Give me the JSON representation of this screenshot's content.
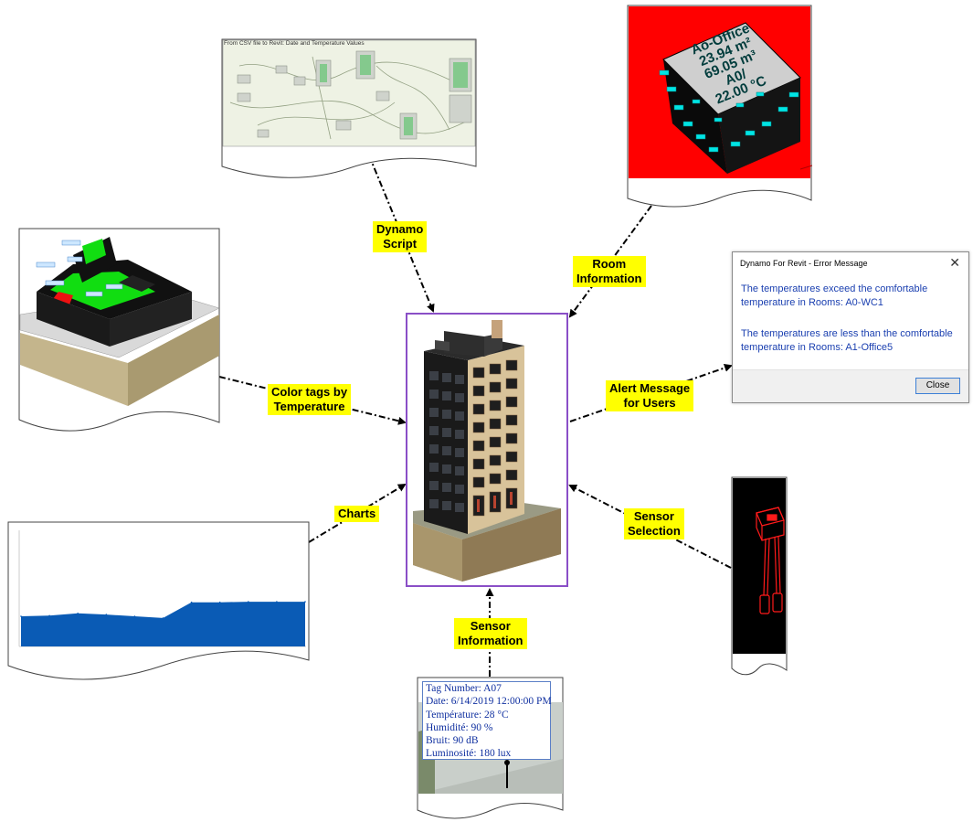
{
  "labels": {
    "dynamo_script": [
      "Dynamo",
      "Script"
    ],
    "room_information": [
      "Room",
      "Information"
    ],
    "color_tags": [
      "Color tags by",
      "Temperature"
    ],
    "alert_message": [
      "Alert Message",
      "for Users"
    ],
    "charts": [
      "Charts"
    ],
    "sensor_selection": [
      "Sensor",
      "Selection"
    ],
    "sensor_information": [
      "Sensor",
      "Information"
    ]
  },
  "dynamo_card": {
    "title": "From CSV file to Revit: Date and Temperature Values"
  },
  "room_card": {
    "tag_lines": [
      "Ao-Office",
      "23.94 m²",
      "69.05 m³",
      "A0/",
      "22.00 °C"
    ]
  },
  "error_dialog": {
    "title": "Dynamo For Revit - Error Message",
    "close_glyph": "✕",
    "message_1": "The temperatures exceed the comfortable temperature in Rooms: A0-WC1",
    "message_2": "The temperatures are less than the comfortable temperature in Rooms: A1-Office5",
    "close_button": "Close"
  },
  "sensor_info": {
    "lines": [
      "Tag Number: A07",
      "Date: 6/14/2019 12:00:00 PM",
      "Température: 28 °C",
      "Humidité: 90 %",
      "Bruit: 90 dB",
      "Luminosité: 180 lux"
    ]
  },
  "colors": {
    "label_bg": "#ffff00",
    "connector": "#000000",
    "center_frame": "#8a4fc7",
    "chart_fill": "#0a5bb5",
    "room_bg": "#ff0000",
    "tag_green": "#00e000",
    "sensor_red": "#ff1a1a",
    "dialog_text": "#1a3fb0"
  },
  "chart_data": {
    "type": "area",
    "title": "",
    "xlabel": "",
    "ylabel": "",
    "x": [
      0,
      1,
      2,
      3,
      4,
      5,
      6,
      7,
      8,
      9,
      10
    ],
    "values": [
      2.6,
      2.65,
      2.85,
      2.75,
      2.6,
      2.45,
      3.8,
      3.8,
      3.85,
      3.85,
      3.85
    ],
    "ylim": [
      0,
      10
    ],
    "grid": false,
    "legend": "none"
  }
}
